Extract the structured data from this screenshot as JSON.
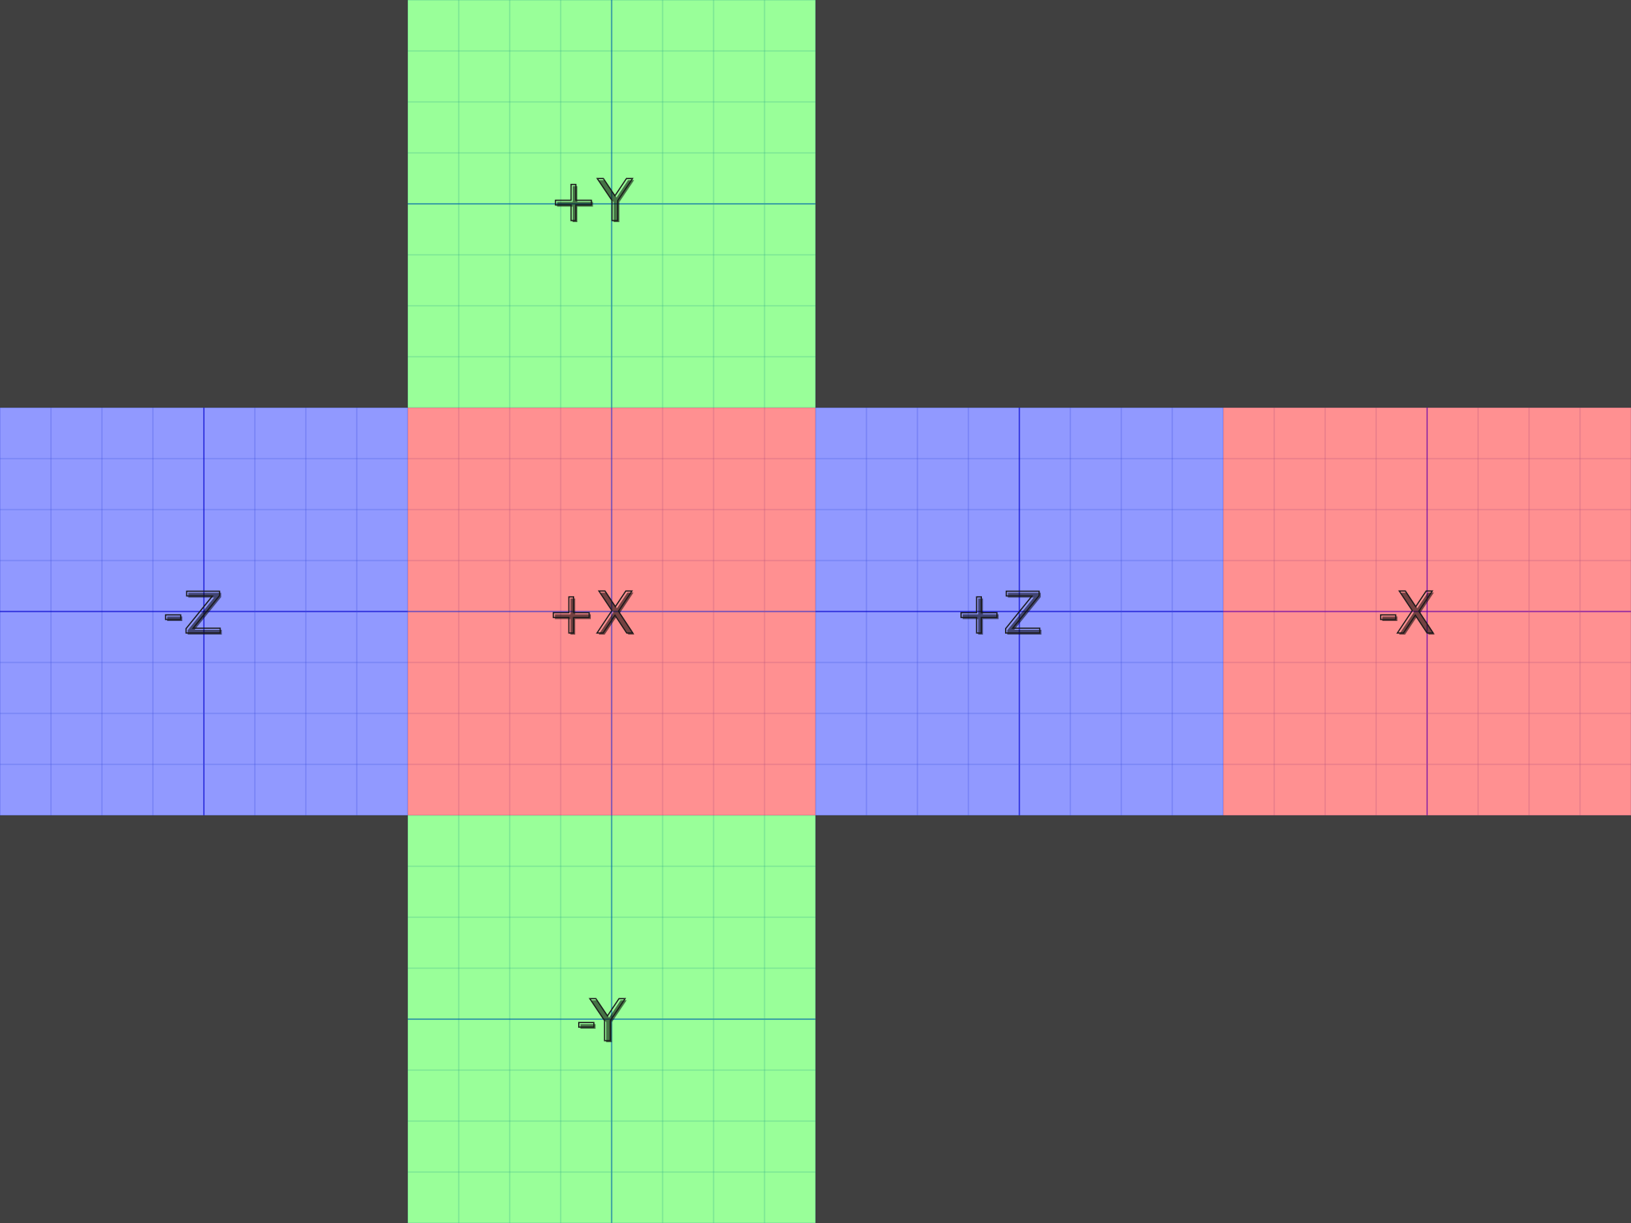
{
  "cubemap": {
    "background_color": "#404040",
    "faces": [
      {
        "id": "py",
        "label": "+Y",
        "fill": "#99ff99",
        "grid_color": "#33aa88",
        "axis_color": "#0066aa"
      },
      {
        "id": "nz",
        "label": "-Z",
        "fill": "#9199ff",
        "grid_color": "#3b4fdc",
        "axis_color": "#0000cc"
      },
      {
        "id": "px",
        "label": "+X",
        "fill": "#ff9091",
        "grid_color": "#b0507a",
        "axis_color": "#3333cc"
      },
      {
        "id": "pz",
        "label": "+Z",
        "fill": "#9199ff",
        "grid_color": "#3b4fdc",
        "axis_color": "#0000cc"
      },
      {
        "id": "nx",
        "label": "-X",
        "fill": "#ff9091",
        "grid_color": "#b0507a",
        "axis_color": "#6600aa"
      },
      {
        "id": "ny",
        "label": "-Y",
        "fill": "#99ff99",
        "grid_color": "#33aa88",
        "axis_color": "#0066aa"
      }
    ]
  }
}
